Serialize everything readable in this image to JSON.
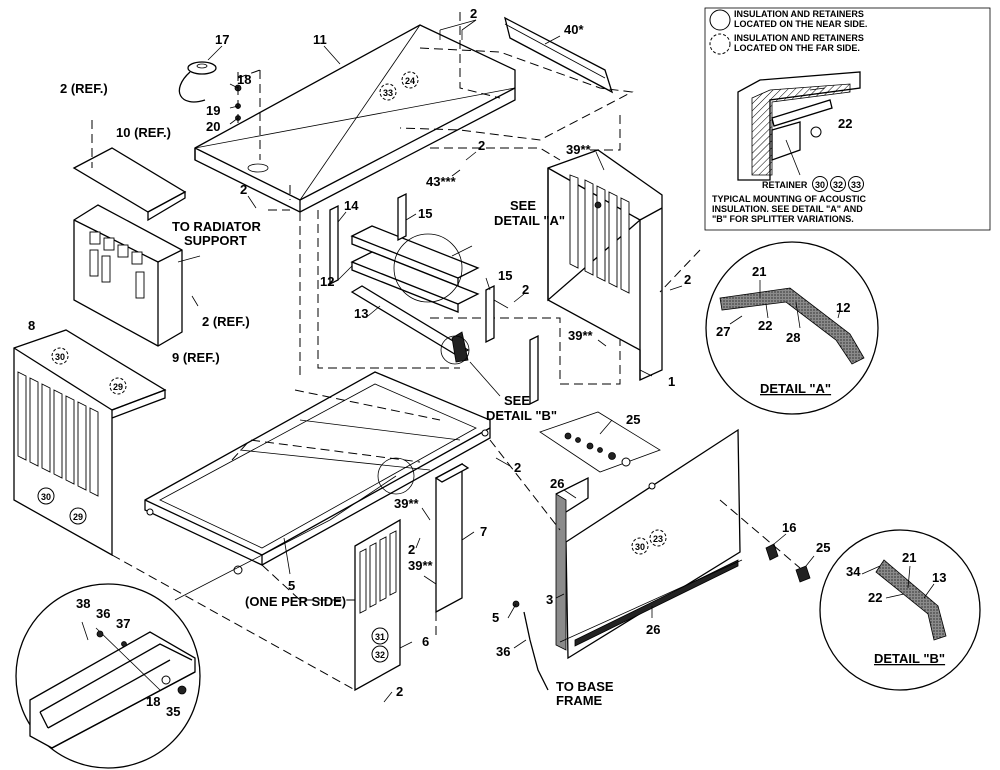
{
  "legend": {
    "near_side_label": "INSULATION AND RETAINERS LOCATED ON THE NEAR SIDE.",
    "far_side_label": "INSULATION AND RETAINERS LOCATED ON THE FAR SIDE.",
    "retainer_label": "RETAINER",
    "retainer_numbers": [
      "30",
      "32",
      "33"
    ],
    "part_22": "22",
    "note_line1": "TYPICAL MOUNTING OF ACOUSTIC",
    "note_line2": "INSULATION. SEE DETAIL \"A\" AND",
    "note_line3": "\"B\" FOR SPLITTER VARIATIONS."
  },
  "detail_a": {
    "title": "DETAIL \"A\"",
    "labels": [
      "21",
      "27",
      "22",
      "28",
      "12"
    ]
  },
  "detail_b": {
    "title": "DETAIL \"B\"",
    "labels": [
      "34",
      "21",
      "13",
      "22"
    ]
  },
  "callouts": {
    "c17": "17",
    "c11": "11",
    "c2_top": "2",
    "c40": "40*",
    "c18_top": "18",
    "c19": "19",
    "c20": "20",
    "c24": "24",
    "c33": "33",
    "c2ref_top": "2 (REF.)",
    "c10ref": "10 (REF.)",
    "c2_mid": "2",
    "c43": "43***",
    "c39_top": "39**",
    "c2_roof": "2",
    "c14": "14",
    "c15_a": "15",
    "c15_b": "15",
    "c12": "12",
    "c13": "13",
    "c2_center": "2",
    "see_detail_a_1": "SEE",
    "see_detail_a_2": "DETAIL \"A\"",
    "to_radiator_1": "TO RADIATOR",
    "to_radiator_2": "SUPPORT",
    "c2ref_mid": "2 (REF.)",
    "c9ref": "9 (REF.)",
    "c2_right": "2",
    "c39_mid": "39**",
    "c1": "1",
    "c8": "8",
    "c30_a": "30",
    "c29_a": "29",
    "c30_b": "30",
    "c29_b": "29",
    "see_detail_b_1": "SEE",
    "see_detail_b_2": "DETAIL \"B\"",
    "c25_top": "25",
    "c2_base": "2",
    "c26_top": "26",
    "c39_low": "39**",
    "c2_low": "2",
    "c39_low2": "39**",
    "c7": "7",
    "c30_c": "30",
    "c23": "23",
    "c16": "16",
    "c25_right": "25",
    "c5_side": "5",
    "c5_note": "(ONE PER SIDE)",
    "c31": "31",
    "c32": "32",
    "c6": "6",
    "c2_bottom": "2",
    "c3": "3",
    "c5_low": "5",
    "c36_low": "36",
    "c26_low": "26",
    "to_base_1": "TO BASE",
    "to_base_2": "FRAME",
    "c38": "38",
    "c36_det": "36",
    "c37": "37",
    "c18_det": "18",
    "c35": "35"
  }
}
